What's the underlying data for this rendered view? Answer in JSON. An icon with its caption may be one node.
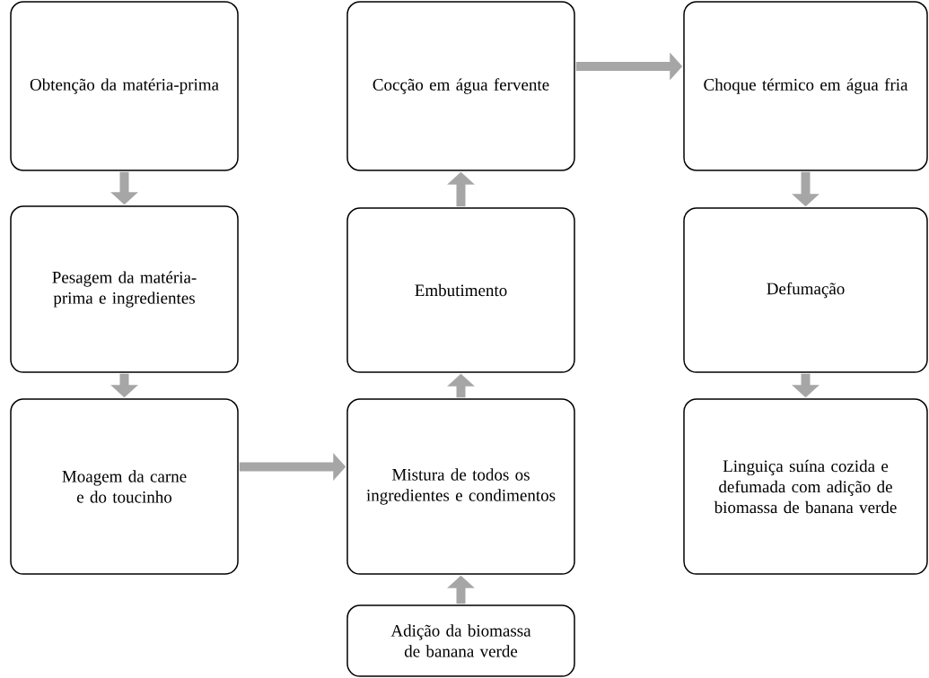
{
  "diagram": {
    "nodes": [
      {
        "text": [
          "Obtenção da matéria-prima"
        ]
      },
      {
        "text": [
          "Pesagem da matéria-prima e ingredientes"
        ]
      },
      {
        "text": [
          "Moagem da carne e do toucinho"
        ]
      },
      {
        "text": [
          "Cocção em água fervente"
        ]
      },
      {
        "text": [
          "Embutimento"
        ]
      },
      {
        "text": [
          "Mistura de todos os ingredientes e condimentos"
        ]
      },
      {
        "text": [
          "Adição da biomassa de banana verde"
        ]
      },
      {
        "text": [
          "Choque térmico em água fria"
        ]
      },
      {
        "text": [
          "Defumação"
        ]
      },
      {
        "text": [
          "Linguiça suína cozida e defumada com adição de biomassa de banana verde"
        ]
      }
    ],
    "edges": [
      {
        "from": 0,
        "to": 1,
        "arrow": "to"
      },
      {
        "from": 1,
        "to": 2,
        "arrow": "to"
      },
      {
        "from": 2,
        "to": 5,
        "arrow": "to"
      },
      {
        "from": 6,
        "to": 5,
        "arrow": "to"
      },
      {
        "from": 5,
        "to": 4,
        "arrow": "to"
      },
      {
        "from": 4,
        "to": 3,
        "arrow": "to"
      },
      {
        "from": 3,
        "to": 7,
        "arrow": "to"
      },
      {
        "from": 7,
        "to": 8,
        "arrow": "to"
      },
      {
        "from": 8,
        "to": 9,
        "arrow": "to"
      }
    ]
  }
}
